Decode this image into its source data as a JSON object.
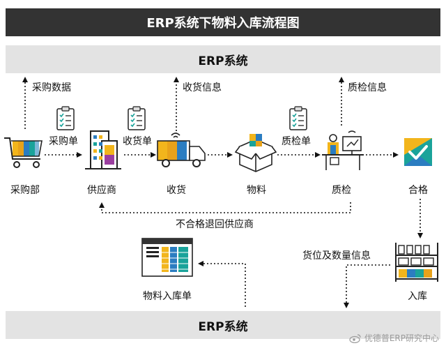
{
  "title": "ERP系统下物料入库流程图",
  "erp_top": "ERP系统",
  "erp_bottom": "ERP系统",
  "nodes": {
    "purchase_dept": "采购部",
    "supplier": "供应商",
    "receiving": "收货",
    "material": "物料",
    "inspection": "质检",
    "qualified": "合格",
    "warehousing": "入库",
    "receipt_doc": "物料入库单"
  },
  "docs": {
    "purchase_order": "采购单",
    "receiving_order": "收货单",
    "inspection_order": "质检单"
  },
  "info": {
    "purchase_data": "采购数据",
    "receiving_info": "收货信息",
    "inspection_info": "质检信息",
    "return_supplier": "不合格退回供应商",
    "location_qty": "货位及数量信息"
  },
  "watermark": "优德普ERP研究中心",
  "colors": {
    "title_bg": "#333333",
    "band_bg": "#e3e3e3",
    "accent_yellow": "#f2b51c",
    "accent_blue": "#2b7dc1",
    "accent_teal": "#1aa39a",
    "accent_purple": "#9b3fa0"
  }
}
